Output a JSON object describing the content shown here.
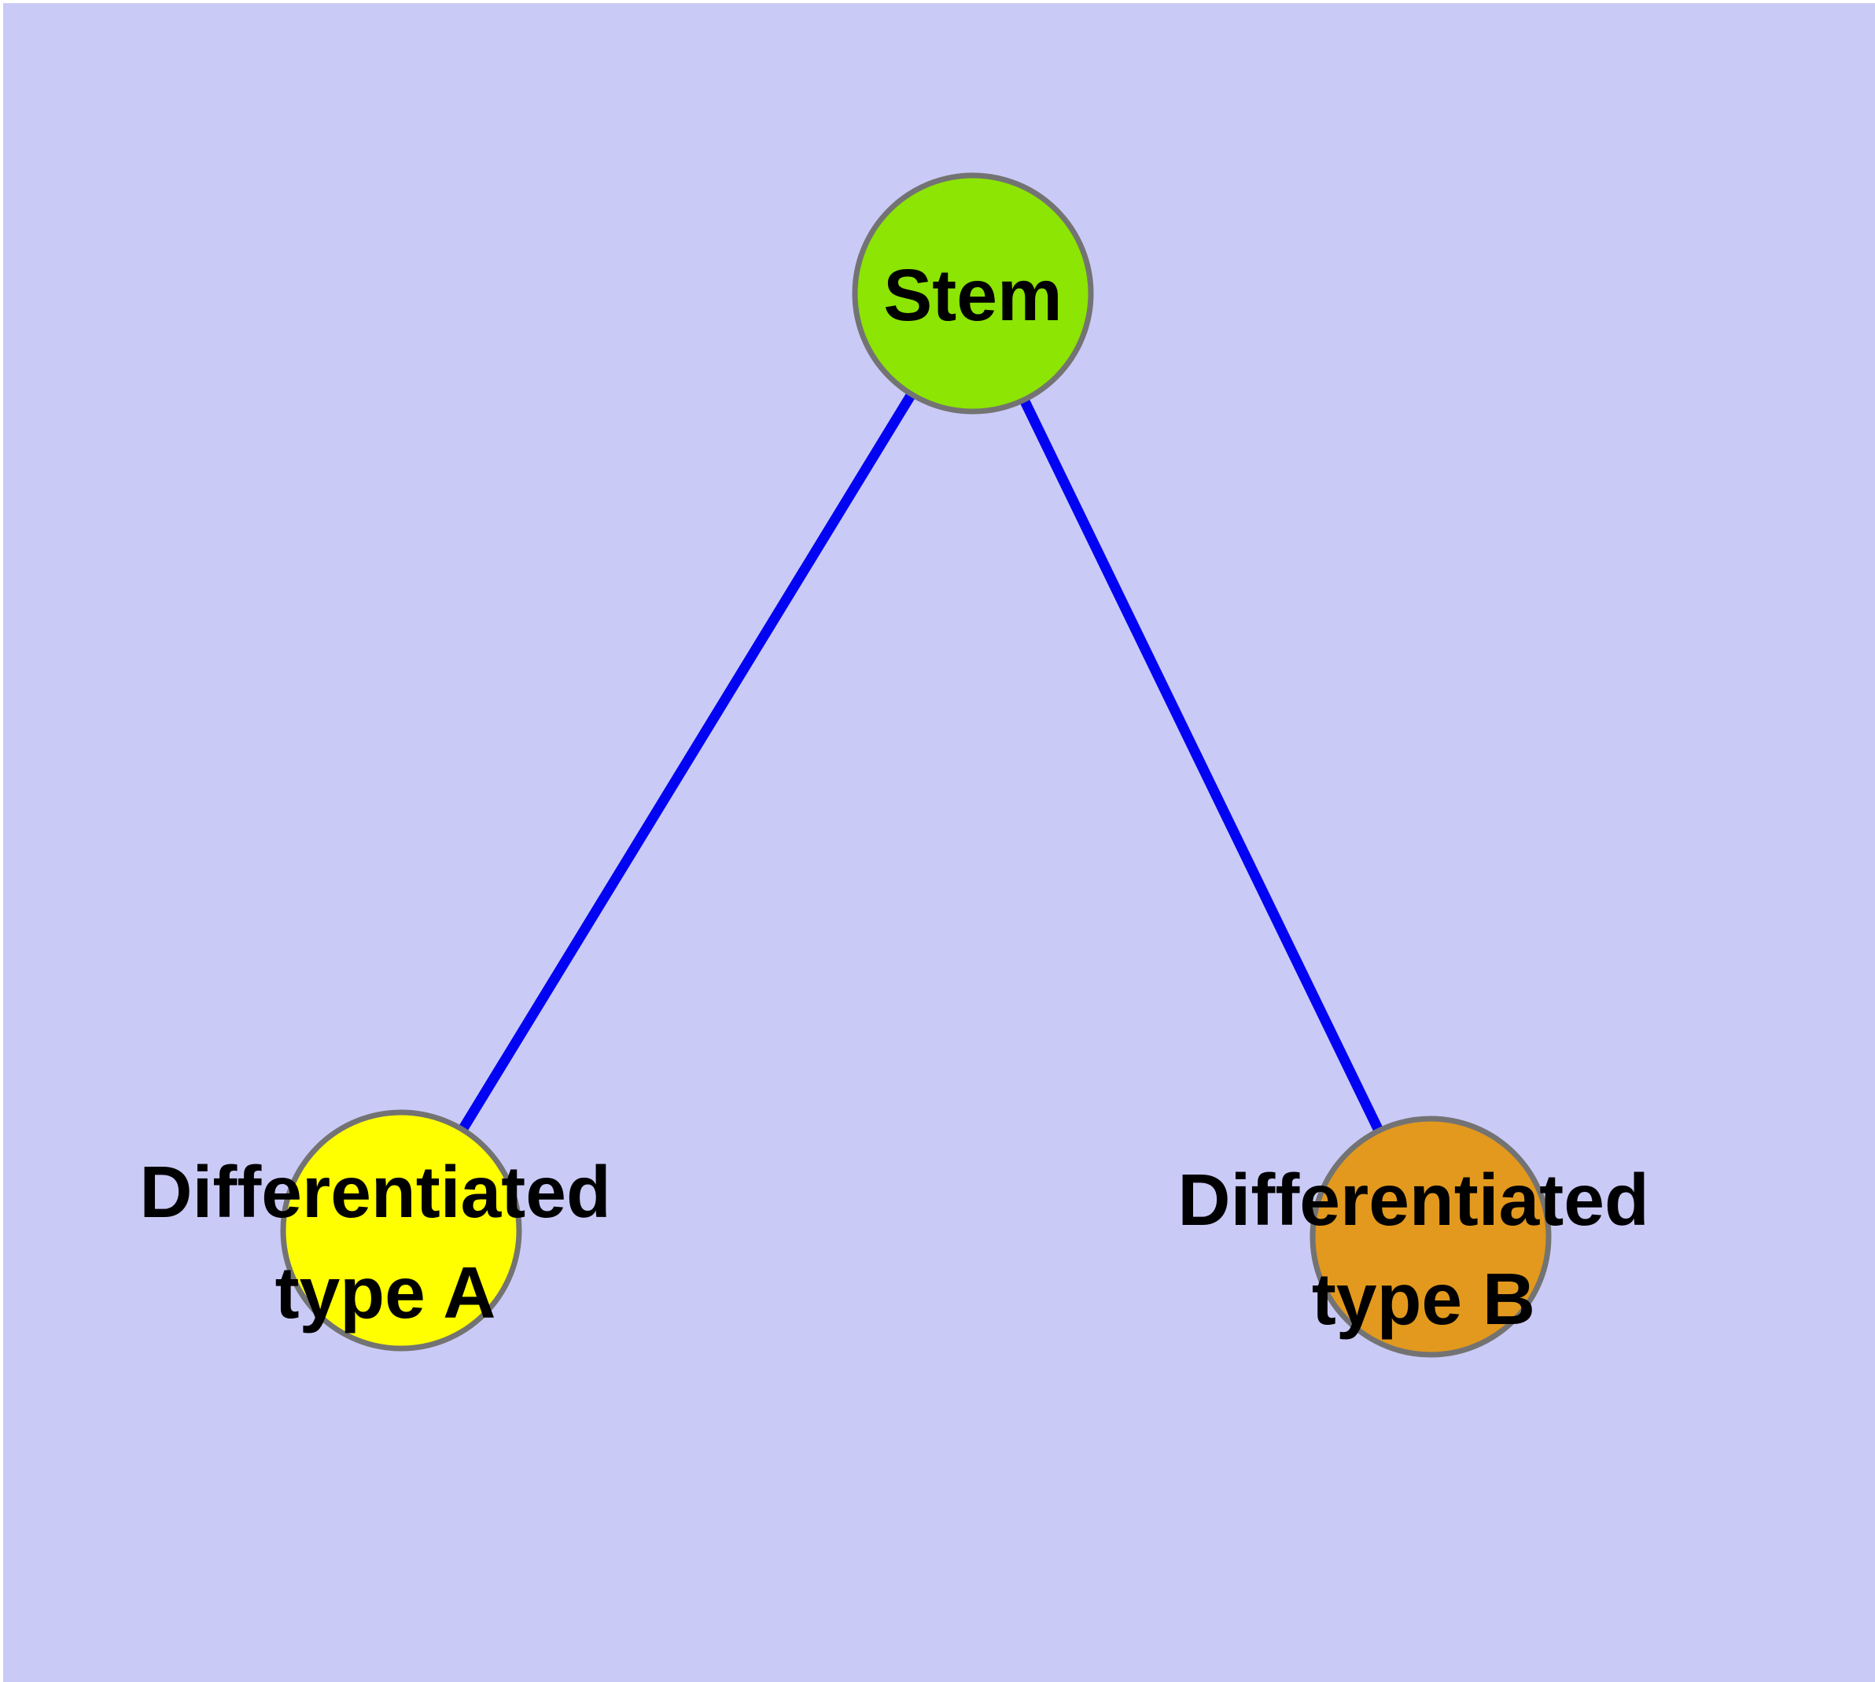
{
  "graph": {
    "background_color": "#CACAF7",
    "edge_color": "#0303F3",
    "node_border_color": "#737373",
    "label_color": "#000000",
    "nodes": [
      {
        "id": "stem",
        "label": "Stem",
        "color": "#8CE502"
      },
      {
        "id": "differentiated-type-a",
        "label_line1": "Differentiated",
        "label_line2": "type A",
        "color": "#FFFF00"
      },
      {
        "id": "differentiated-type-b",
        "label_line1": "Differentiated",
        "label_line2": "type B",
        "color": "#E2991E"
      }
    ],
    "edges": [
      {
        "from": "stem",
        "to": "differentiated-type-a"
      },
      {
        "from": "stem",
        "to": "differentiated-type-b"
      }
    ]
  }
}
